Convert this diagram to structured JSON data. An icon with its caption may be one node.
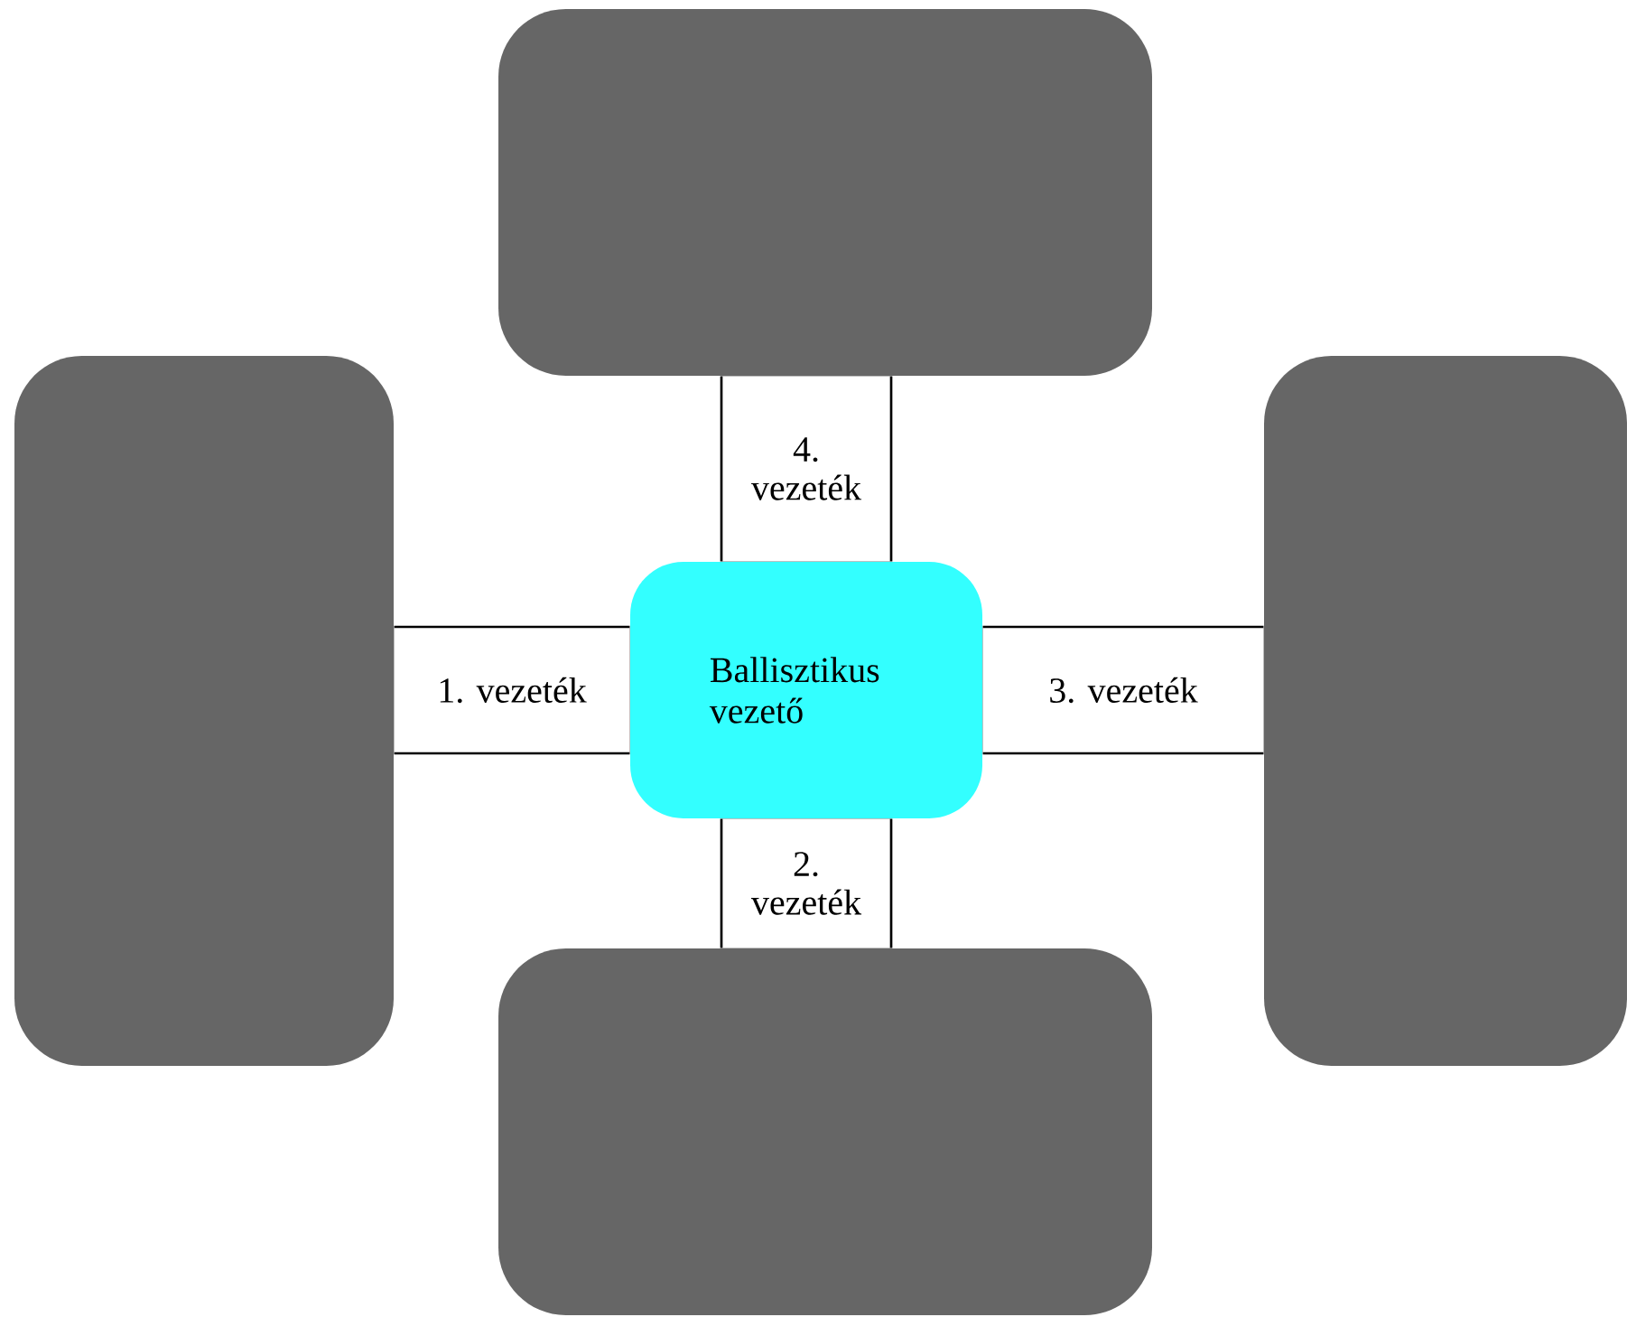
{
  "diagram": {
    "nodes": [
      {
        "text": [],
        "shape": "box"
      },
      {
        "text": [],
        "shape": "box"
      },
      {
        "text": [
          "Ballisztikus vezető"
        ]
      },
      {
        "text": [],
        "shape": "box"
      },
      {
        "text": [],
        "shape": "box"
      }
    ],
    "edges": [
      {
        "from": 2,
        "to": 1,
        "arrow": "none",
        "label": "1. vezeték"
      },
      {
        "from": 2,
        "to": 4,
        "arrow": "none",
        "label": "2. vezeték"
      },
      {
        "from": 2,
        "to": 3,
        "arrow": "none",
        "label": "3. vezeték"
      },
      {
        "from": 2,
        "to": 0,
        "arrow": "none",
        "label": "4. vezeték"
      }
    ]
  }
}
